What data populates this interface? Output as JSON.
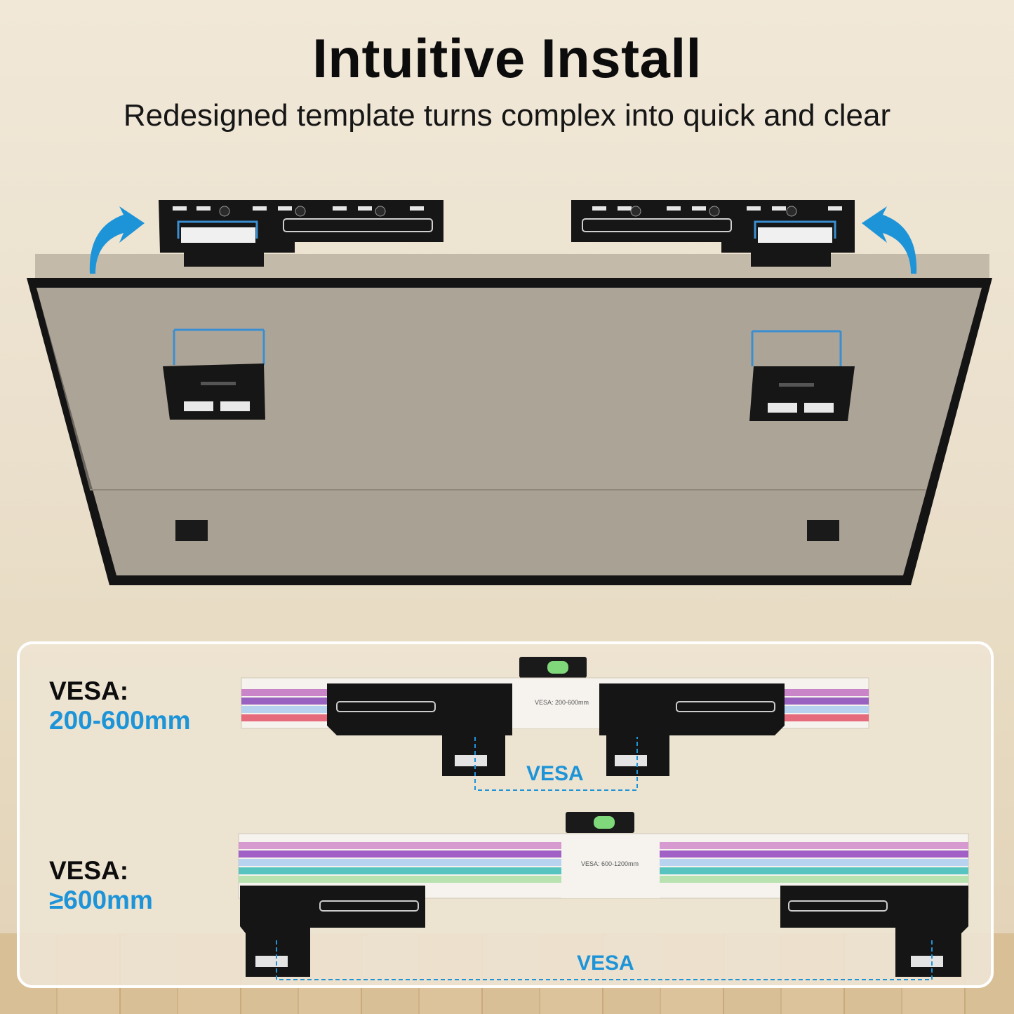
{
  "header": {
    "title": "Intuitive Install",
    "subtitle": "Redesigned template turns complex into quick and clear"
  },
  "colors": {
    "accent": "#1e94d8",
    "bracket": "#151515",
    "tv_frame": "#141414",
    "tv_panel": "#a9a194",
    "panel_border": "#ffffff"
  },
  "icons": [
    "curved-arrow-icon",
    "bubble-level-icon"
  ],
  "panel": {
    "row1": {
      "label_key": "VESA:",
      "label_value": "200-600mm",
      "tag": "VESA",
      "template_text": "VESA: 200-600mm"
    },
    "row2": {
      "label_key": "VESA:",
      "label_value": "≥600mm",
      "tag": "VESA",
      "template_text": "VESA: 600-1200mm"
    }
  }
}
